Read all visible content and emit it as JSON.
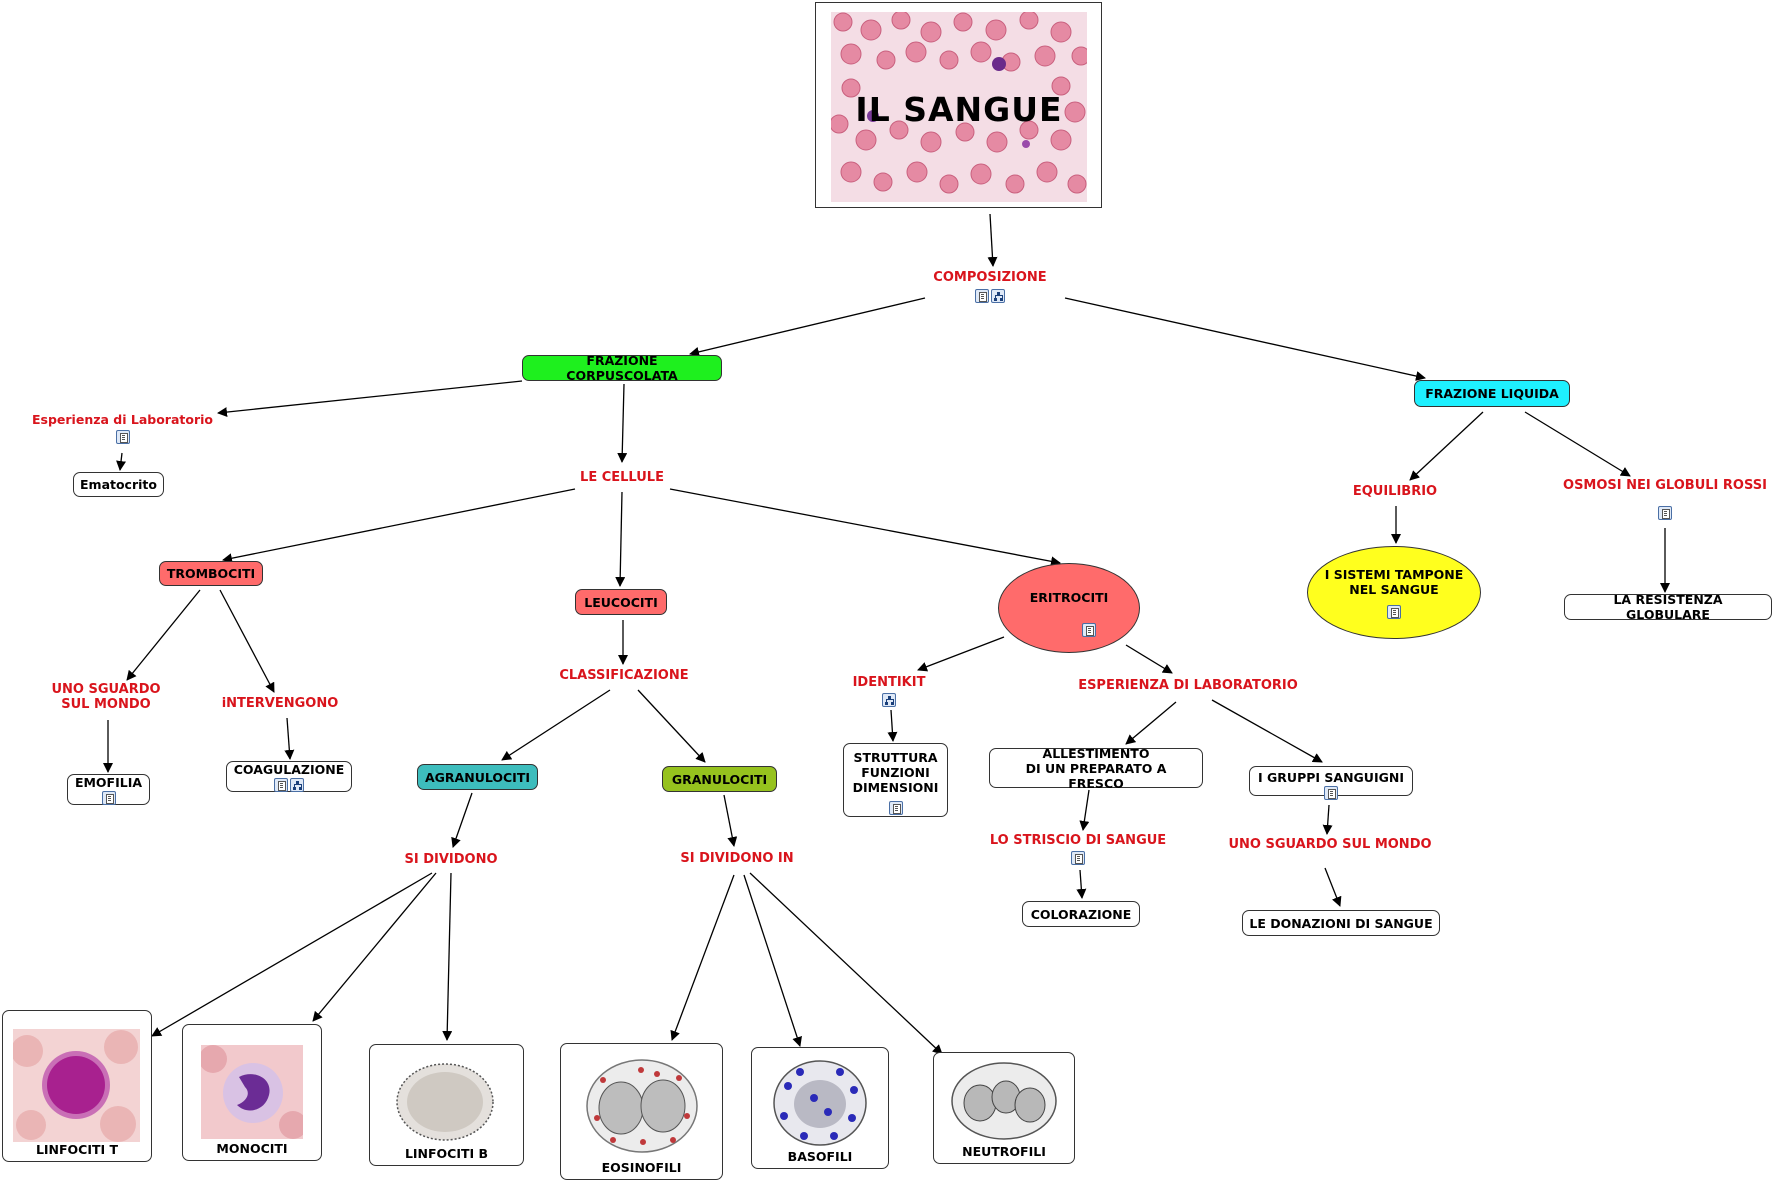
{
  "title": "IL SANGUE",
  "nodes": {
    "composizione": "COMPOSIZIONE",
    "frazione_corpuscolata": "FRAZIONE CORPUSCOLATA",
    "frazione_liquida": "FRAZIONE LIQUIDA",
    "esperienza_lab": "Esperienza di Laboratorio",
    "ematocrito": "Ematocrito",
    "le_cellule": "LE CELLULE",
    "trombociti": "TROMBOCITI",
    "leucociti": "LEUCOCITI",
    "eritrociti": "ERITROCITI",
    "uno_sguardo_1": "UNO SGUARDO\nSUL MONDO",
    "intervengono": "iNTERVENGONO",
    "emofilia": "EMOFILIA",
    "coagulazione": "COAGULAZIONE",
    "classificazione": "CLASSIFICAZIONE",
    "agranulociti": "AGRANULOCITI",
    "granulociti": "GRANULOCITI",
    "si_dividono": "SI DIVIDONO",
    "si_dividono_in": "SI DIVIDONO IN",
    "identikit": "IDENTIKIT",
    "struttura": "STRUTTURA\nFUNZIONI\nDIMENSIONI",
    "esperienza_lab_2": "ESPERIENZA DI LABORATORIO",
    "allestimento": "ALLESTIMENTO\nDI UN PREPARATO A FRESCO",
    "gruppi_sanguigni": "I GRUPPI SANGUIGNI",
    "striscio": "LO STRISCIO DI SANGUE",
    "colorazione": "COLORAZIONE",
    "uno_sguardo_2": "UNO SGUARDO SUL MONDO",
    "donazioni": "LE DONAZIONI DI SANGUE",
    "equilibrio": "EQUILIBRIO",
    "osmosi": "OSMOSI NEI GLOBULI ROSSI",
    "sistemi_tampone": "I SISTEMI TAMPONE\nNEL SANGUE",
    "resistenza": "LA RESISTENZA GLOBULARE",
    "linfociti_t": "LINFOCITI T",
    "monociti": "MONOCITI",
    "linfociti_b": "LINFOCITI B",
    "eosinofili": "EOSINOFILI",
    "basofili": "BASOFILI",
    "neutrofili": "NEUTROFILI"
  },
  "colors": {
    "link_label": "#d9141c",
    "green": "#1ef01e",
    "cyan": "#1ef0ff",
    "red": "#ff6b6b",
    "teal": "#3dbdbd",
    "olive": "#96c21e",
    "yellow": "#ffff1e"
  },
  "icons": [
    "document-icon",
    "concept-map-icon"
  ]
}
